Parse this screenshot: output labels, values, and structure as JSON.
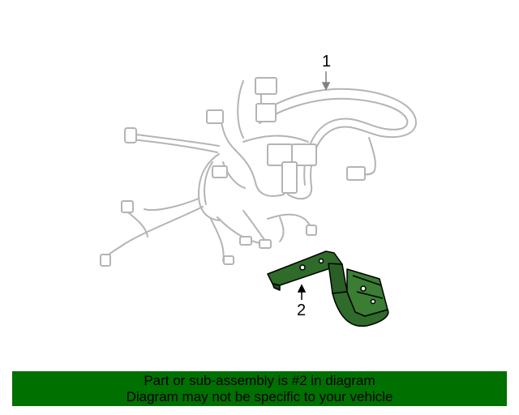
{
  "diagram": {
    "callouts": [
      {
        "label": "1"
      },
      {
        "label": "2"
      }
    ],
    "highlight_color": "#2f6b2a",
    "line_color": "#b4b4b4"
  },
  "banner": {
    "line1": "Part or sub-assembly is #2 in diagram",
    "line2": "Diagram may not be specific to your vehicle",
    "background_color": "#007000"
  }
}
